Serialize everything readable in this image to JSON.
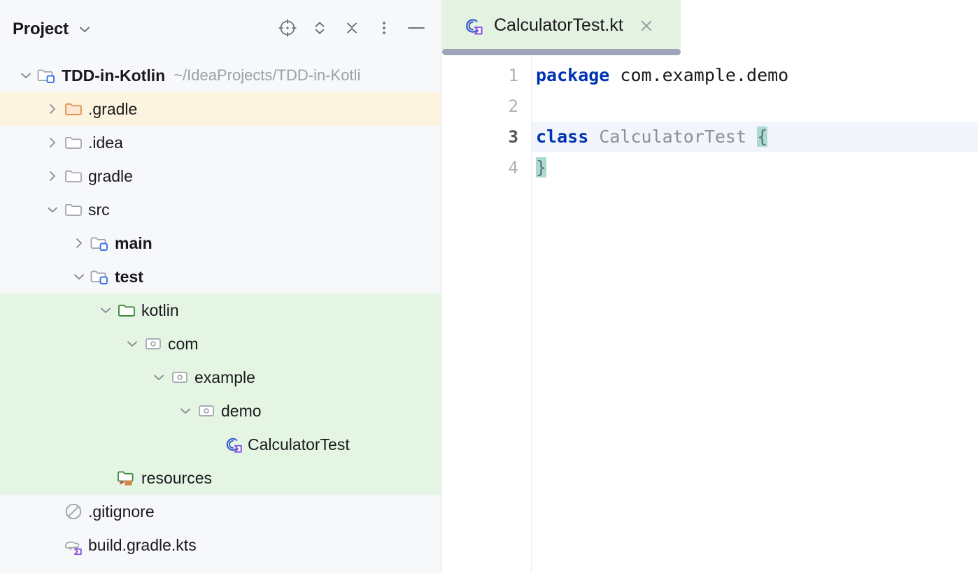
{
  "panel": {
    "title": "Project",
    "title_chevron_icon": "chevron-down-icon",
    "toolbar": [
      {
        "name": "select-opened-file-button",
        "icon": "crosshair-target-icon",
        "label": "Select Opened File"
      },
      {
        "name": "expand-all-button",
        "icon": "expand-all-chevrons-icon",
        "label": "Expand All"
      },
      {
        "name": "collapse-all-button",
        "icon": "collapse-all-chevrons-icon",
        "label": "Collapse All"
      },
      {
        "name": "more-options-button",
        "icon": "vertical-dots-icon",
        "label": "More Options"
      },
      {
        "name": "hide-panel-button",
        "icon": "minimize-dash-icon",
        "label": "Hide"
      }
    ]
  },
  "tree": [
    {
      "id": "tdd-in-kotlin",
      "label": "TDD-in-Kotlin",
      "secondary": "~/IdeaProjects/TDD-in-Kotli",
      "indent": 0,
      "chevron": "chevron-down-icon",
      "icon": "project-module-folder-icon",
      "bold": true,
      "state": "normal"
    },
    {
      "id": "dot-gradle",
      "label": ".gradle",
      "secondary": "",
      "indent": 1,
      "chevron": "chevron-right-icon",
      "icon": "excluded-folder-icon",
      "bold": false,
      "state": "excluded"
    },
    {
      "id": "dot-idea",
      "label": ".idea",
      "secondary": "",
      "indent": 1,
      "chevron": "chevron-right-icon",
      "icon": "folder-icon",
      "bold": false,
      "state": "normal"
    },
    {
      "id": "gradle",
      "label": "gradle",
      "secondary": "",
      "indent": 1,
      "chevron": "chevron-right-icon",
      "icon": "folder-icon",
      "bold": false,
      "state": "normal"
    },
    {
      "id": "src",
      "label": "src",
      "secondary": "",
      "indent": 1,
      "chevron": "chevron-down-icon",
      "icon": "folder-icon",
      "bold": false,
      "state": "normal"
    },
    {
      "id": "main",
      "label": "main",
      "secondary": "",
      "indent": 2,
      "chevron": "chevron-right-icon",
      "icon": "module-folder-icon",
      "bold": true,
      "state": "normal"
    },
    {
      "id": "test",
      "label": "test",
      "secondary": "",
      "indent": 2,
      "chevron": "chevron-down-icon",
      "icon": "module-folder-icon",
      "bold": true,
      "state": "normal"
    },
    {
      "id": "kotlin",
      "label": "kotlin",
      "secondary": "",
      "indent": 3,
      "chevron": "chevron-down-icon",
      "icon": "test-source-root-folder-icon",
      "bold": false,
      "state": "source-root"
    },
    {
      "id": "com",
      "label": "com",
      "secondary": "",
      "indent": 4,
      "chevron": "chevron-down-icon",
      "icon": "package-icon",
      "bold": false,
      "state": "source-root"
    },
    {
      "id": "example",
      "label": "example",
      "secondary": "",
      "indent": 5,
      "chevron": "chevron-down-icon",
      "icon": "package-icon",
      "bold": false,
      "state": "source-root"
    },
    {
      "id": "demo",
      "label": "demo",
      "secondary": "",
      "indent": 6,
      "chevron": "chevron-down-icon",
      "icon": "package-icon",
      "bold": false,
      "state": "source-root"
    },
    {
      "id": "calculator-test",
      "label": "CalculatorTest",
      "secondary": "",
      "indent": 7,
      "chevron": "",
      "icon": "kotlin-class-icon",
      "bold": false,
      "state": "source-root-selected"
    },
    {
      "id": "resources",
      "label": "resources",
      "secondary": "",
      "indent": 3,
      "chevron": "",
      "icon": "test-resources-root-folder-icon",
      "bold": false,
      "state": "source-root"
    },
    {
      "id": "gitignore",
      "label": ".gitignore",
      "secondary": "",
      "indent": 1,
      "chevron": "",
      "icon": "gitignore-circle-slash-icon",
      "bold": false,
      "state": "normal"
    },
    {
      "id": "build-gradle-kts",
      "label": "build.gradle.kts",
      "secondary": "",
      "indent": 1,
      "chevron": "",
      "icon": "gradle-kts-elephant-icon",
      "bold": false,
      "state": "normal"
    }
  ],
  "editor": {
    "tab": {
      "label": "CalculatorTest.kt",
      "icon": "kotlin-class-icon",
      "close_icon": "close-x-icon",
      "active": true
    },
    "lines": [
      {
        "number": "1",
        "current": false,
        "tokens": [
          {
            "text": "package",
            "style": "kw"
          },
          {
            "text": " com.example.demo",
            "style": "plain"
          }
        ]
      },
      {
        "number": "2",
        "current": false,
        "tokens": []
      },
      {
        "number": "3",
        "current": true,
        "tokens": [
          {
            "text": "class",
            "style": "kw"
          },
          {
            "text": " CalculatorTest ",
            "style": "dim"
          },
          {
            "text": "{",
            "style": "brace"
          }
        ]
      },
      {
        "number": "4",
        "current": false,
        "tokens": [
          {
            "text": "}",
            "style": "brace"
          }
        ]
      }
    ]
  },
  "colors": {
    "panel_background": "#f7f8fa",
    "editor_background": "#ffffff",
    "excluded_row": "#fdf4e0",
    "source_root_row": "#e5f5e4",
    "selection": "#ced6f8",
    "tab_active": "#e4f2e1",
    "tab_underline": "#9fa4b8",
    "caret_row": "#f2f6fc",
    "brace_match": "#a9dad4",
    "keyword": "#0033b3"
  }
}
